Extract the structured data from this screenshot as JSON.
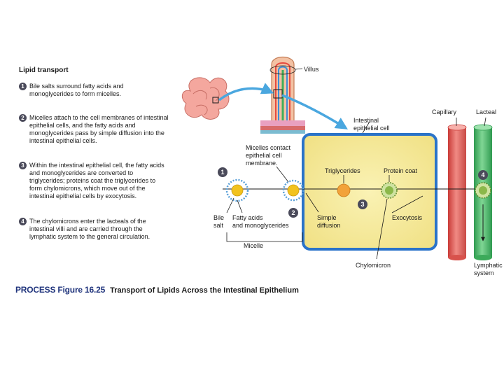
{
  "panel_title": "Lipid transport",
  "steps": [
    {
      "num": "1",
      "text": "Bile salts surround fatty acids and monoglycerides to form micelles."
    },
    {
      "num": "2",
      "text": "Micelles attach to the cell membranes of intestinal epithelial cells, and the fatty acids and monoglycerides pass by simple diffusion into the intestinal epithelial cells."
    },
    {
      "num": "3",
      "text": "Within the intestinal epithelial cell, the fatty acids and monoglycerides are converted to triglycerides; proteins coat the triglycerides to form chylomicrons, which move out of the intestinal epithelial cells by exocytosis."
    },
    {
      "num": "4",
      "text": "The chylomicrons enter the lacteals of the intestinal villi and are carried through the lymphatic system to the general circulation."
    }
  ],
  "diagram": {
    "villus": "Villus",
    "intestinal_cell": [
      "Intestinal",
      "epithelial cell"
    ],
    "capillary": "Capillary",
    "lacteal": "Lacteal",
    "micelles_contact": [
      "Micelles contact",
      "epithelial cell",
      "membrane."
    ],
    "triglycerides": "Triglycerides",
    "protein_coat": "Protein coat",
    "bile_salt": [
      "Bile",
      "salt"
    ],
    "fatty_acids": [
      "Fatty acids",
      "and monoglycerides"
    ],
    "simple_diffusion": [
      "Simple",
      "diffusion"
    ],
    "exocytosis": "Exocytosis",
    "micelle": "Micelle",
    "chylomicron": "Chylomicron",
    "lymphatic": [
      "Lymphatic",
      "system"
    ],
    "badges": [
      "1",
      "2",
      "3",
      "4"
    ]
  },
  "caption": {
    "label": "PROCESS Figure 16.25",
    "text": "Transport of Lipids Across the Intestinal Epithelium"
  },
  "colors": {
    "cell_fill": "#f6ec9c",
    "cell_border": "#2a73c9",
    "capillary": "#e0605a",
    "lacteal": "#46b466",
    "arrow_blue": "#4aa7df",
    "micelle_core": "#f2c21e",
    "micelle_ring": "#5aa0d8",
    "triglyceride": "#f2a23a",
    "chylomicron": "#8bb84a",
    "badge": "#4a4a5a",
    "caption_blue": "#21357d"
  }
}
